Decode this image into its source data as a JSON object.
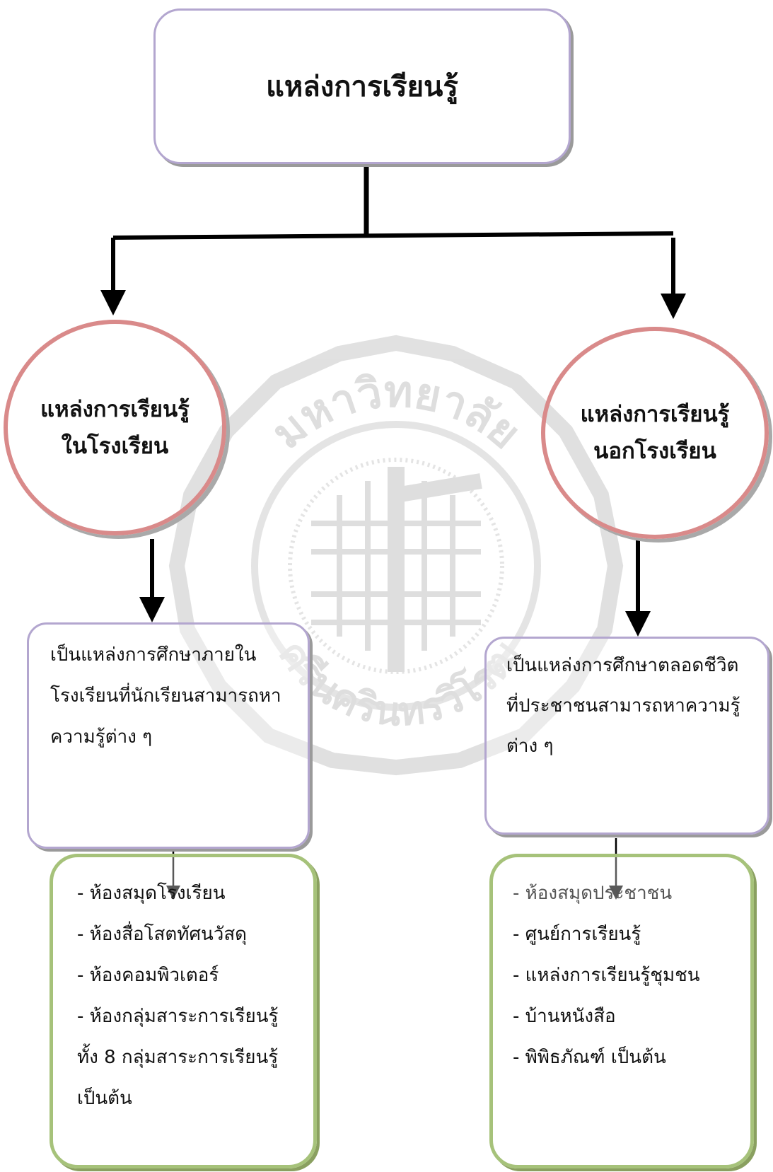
{
  "root": {
    "label": "แหล่งการเรียนรู้"
  },
  "left": {
    "title_lines": [
      "แหล่งการเรียนรู้",
      "ในโรงเรียน"
    ],
    "description_lines": [
      "เป็นแหล่งการศึกษาภายใน",
      "โรงเรียนที่นักเรียนสามารถหา",
      "ความรู้ต่าง ๆ"
    ],
    "items_lines": [
      "-  ห้องสมุดโรงเรียน",
      "-  ห้องสื่อโสตทัศนวัสดุ",
      "-  ห้องคอมพิวเตอร์",
      "-  ห้องกลุ่มสาระการเรียนรู้",
      "ทั้ง 8 กลุ่มสาระการเรียนรู้",
      "เป็นต้น"
    ]
  },
  "right": {
    "title_lines": [
      "แหล่งการเรียนรู้",
      "นอกโรงเรียน"
    ],
    "description_lines": [
      "เป็นแหล่งการศึกษาตลอดชีวิต",
      "ที่ประชาชนสามารถหาความรู้",
      "ต่าง ๆ"
    ],
    "items_lines": [
      "- ห้องสมุดประชาชน",
      "-   ศูนย์การเรียนรู้",
      "-   แหล่งการเรียนรู้ชุมชน",
      "-   บ้านหนังสือ",
      "-   พิพิธภัณฑ์ เป็นต้น"
    ]
  },
  "watermark": {
    "top_text": "มหาวิทยาลัย",
    "bottom_text": "ศรีนครินทรวิโรฒ",
    "color": "#cfcfcf"
  },
  "colors": {
    "box_border": "#b3a6cf",
    "ellipse_border": "#d98a8a",
    "list_border": "#a6c27a",
    "arrow": "#000000"
  }
}
